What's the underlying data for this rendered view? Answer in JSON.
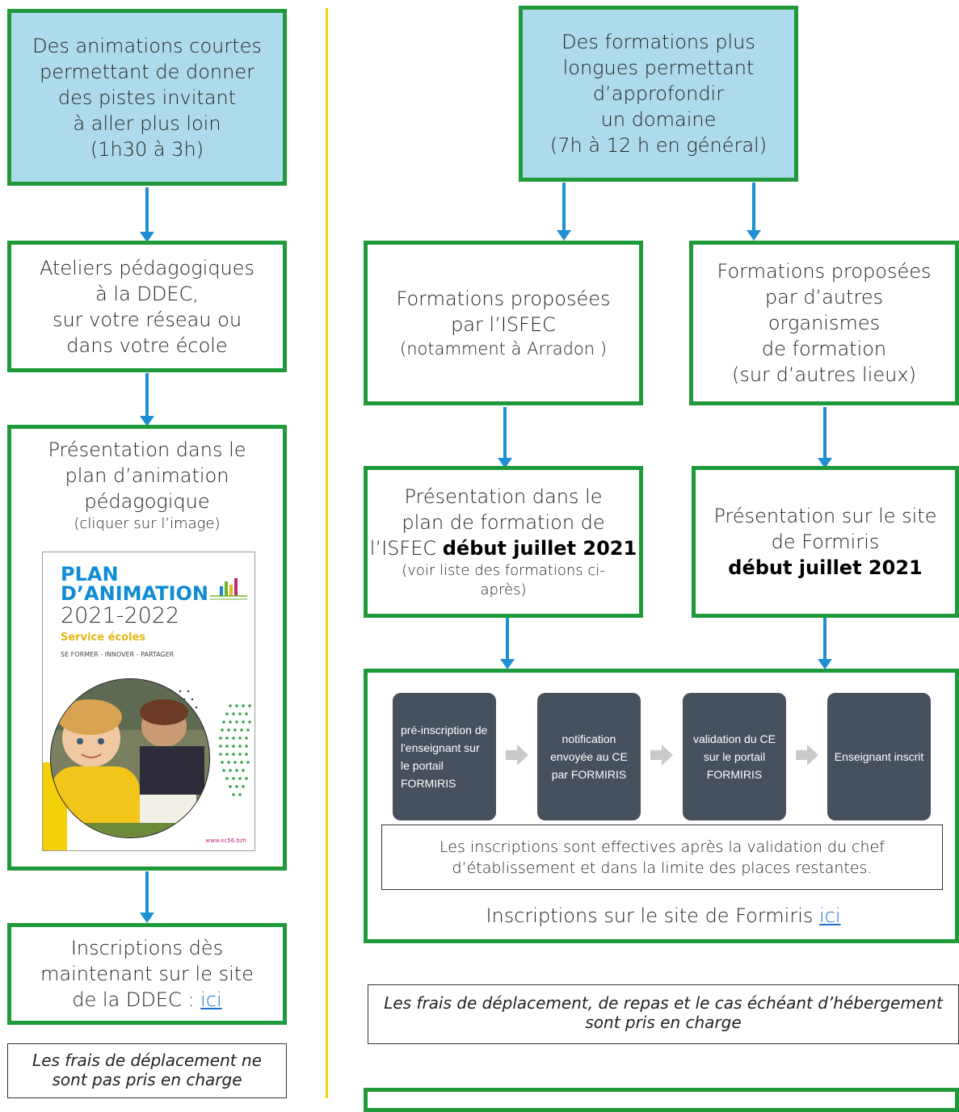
{
  "left_column": {
    "top_box": [
      "Des animations courtes",
      "permettant de donner",
      "des pistes invitant",
      "à aller plus loin",
      "(1h30 à 3h)"
    ],
    "ateliers_box": [
      "Ateliers pédagogiques",
      "à la DDEC,",
      "sur votre réseau ou",
      "dans votre école"
    ],
    "presentation_box": {
      "lines": [
        "Présentation dans le",
        "plan d’animation",
        "pédagogique"
      ],
      "sub": "(cliquer sur l’image)"
    },
    "cover": {
      "title1": "PLAN",
      "title2": "D’ANIMATION",
      "year": "2021-2022",
      "service": "Service écoles",
      "tagline": "SE FORMER - INNOVER - PARTAGER",
      "url": "www.ec56.bzh"
    },
    "inscriptions_box": {
      "lines": [
        "Inscriptions dès",
        "maintenant sur le site"
      ],
      "prefix": "de la DDEC : ",
      "link": "ici"
    },
    "note": "Les frais de déplacement ne sont pas pris en charge"
  },
  "right_column": {
    "top_box": [
      "Des formations plus",
      "longues permettant",
      "d’approfondir",
      "un domaine",
      "(7h à 12 h en général)"
    ],
    "isfec_box": {
      "lines": [
        "Formations proposées",
        "par l’ISFEC"
      ],
      "sub": "(notamment à Arradon )"
    },
    "autres_box": [
      "Formations proposées",
      "par d’autres",
      "organismes",
      "de formation",
      "(sur d’autres lieux)"
    ],
    "isfec_plan_box": {
      "lines": [
        "Présentation dans le",
        "plan de formation de"
      ],
      "prefix": "l’ISFEC ",
      "bold": "début juillet 2021",
      "sub": "(voir liste des formations ci-après)"
    },
    "formiris_box": {
      "lines": [
        "Présentation sur le site",
        "de Formiris"
      ],
      "bold": "début  juillet 2021"
    },
    "process_steps": [
      "pré-inscription de l'enseignant sur le portail FORMIRIS",
      "notification envoyée au CE par FORMIRIS",
      "validation du CE sur le portail FORMIRIS",
      "Enseignant inscrit"
    ],
    "process_note": "Les inscriptions sont effectives après la validation du chef d’établissement et dans la limite des places restantes.",
    "inscriptions_line": {
      "prefix": "Inscriptions sur le site de Formiris ",
      "link": "ici"
    },
    "note": "Les frais de déplacement, de repas et le cas échéant d’hébergement sont pris en charge"
  },
  "colors": {
    "border": "#1f9a3a",
    "arrow": "#1e8fd3",
    "divider": "#f2d416",
    "blue_fill": "#aedbeb",
    "step_fill": "#47505d"
  }
}
